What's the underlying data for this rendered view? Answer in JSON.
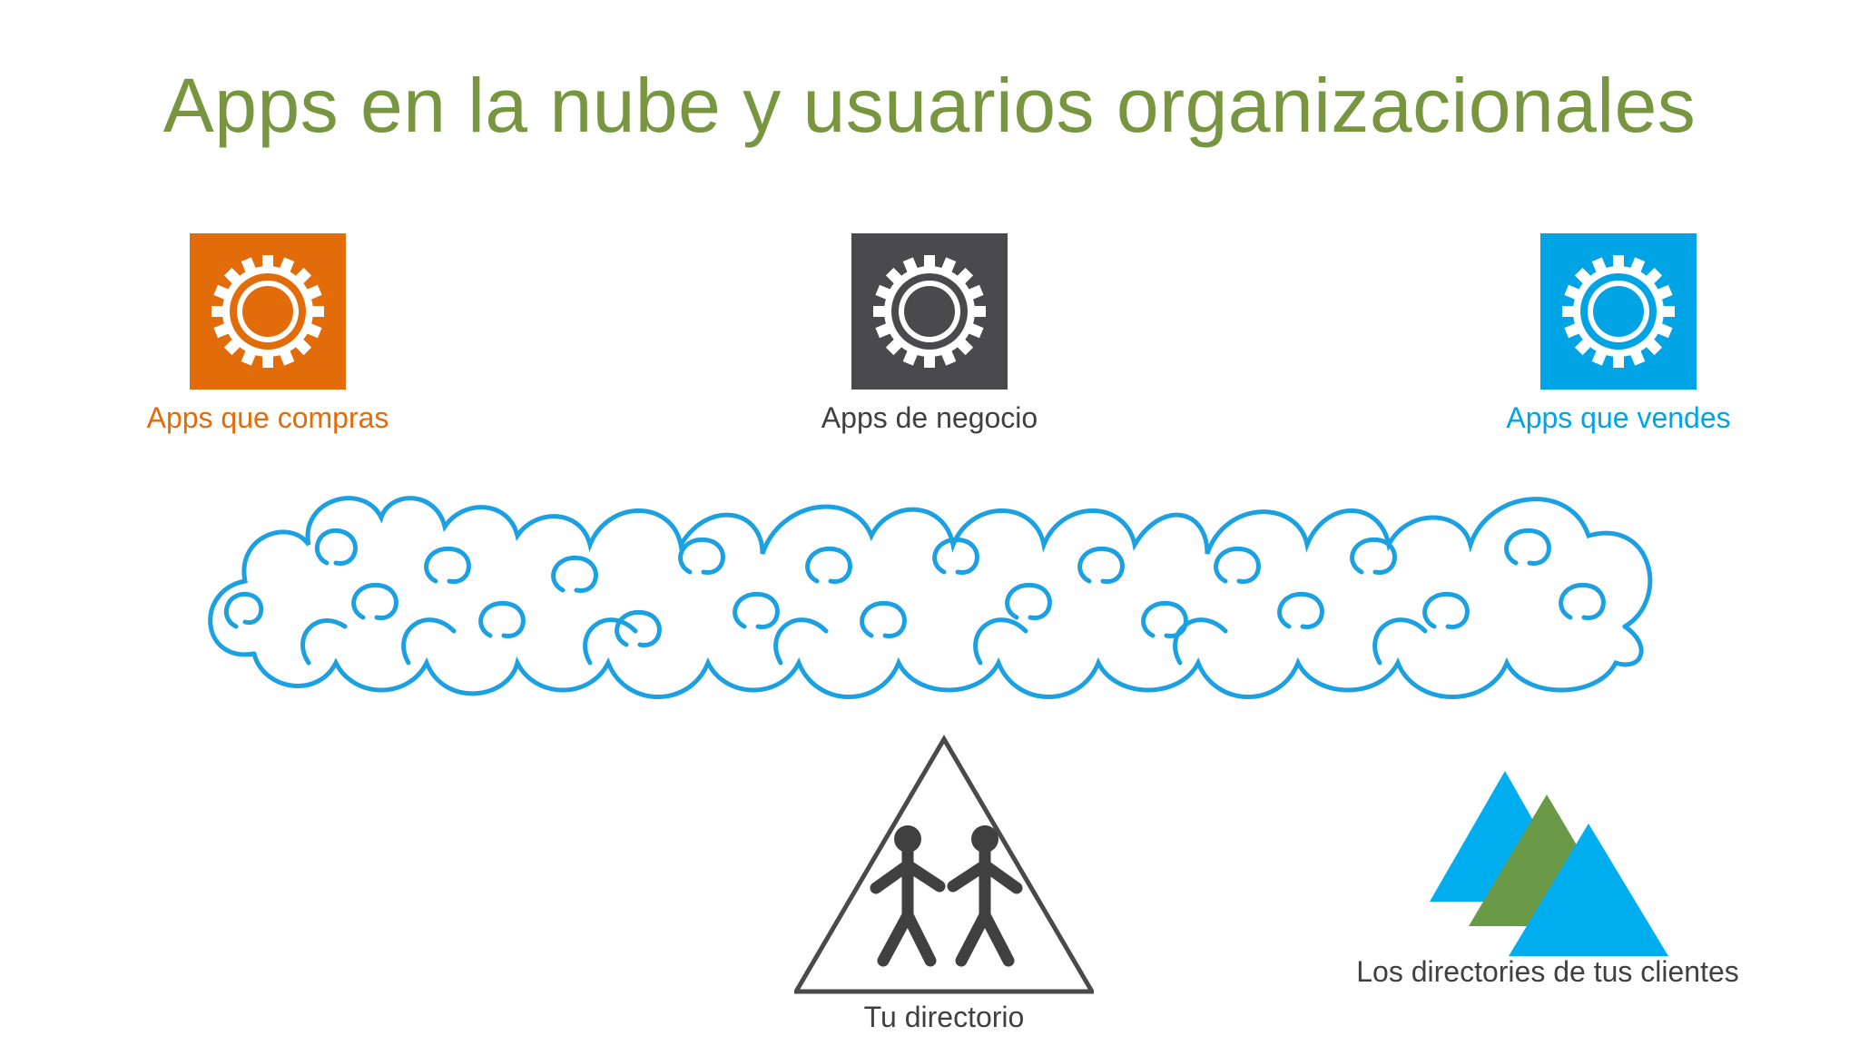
{
  "slide": {
    "title": "Apps en la nube y usuarios organizacionales"
  },
  "apps": [
    {
      "label": "Apps que compras",
      "icon": "gear-icon",
      "tile_color": "#e36c0a",
      "text_color": "#e36c0a"
    },
    {
      "label": "Apps de negocio",
      "icon": "gear-icon",
      "tile_color": "#4a4a4c",
      "text_color": "#404040"
    },
    {
      "label": "Apps que vendes",
      "icon": "gear-icon",
      "tile_color": "#00a4e4",
      "text_color": "#00a4e4"
    }
  ],
  "cloud": {
    "icon": "cloud-band-icon",
    "color": "#1ba1e2"
  },
  "directories": {
    "own": {
      "label": "Tu directorio",
      "icon": "people-triangle-icon"
    },
    "customers": {
      "label": "Los directories de tus clientes",
      "icon": "mountains-icon",
      "colors": [
        "#00aeef",
        "#6a9a47",
        "#00aeef"
      ]
    }
  },
  "colors": {
    "title": "#77963f",
    "text_dark": "#404040"
  }
}
